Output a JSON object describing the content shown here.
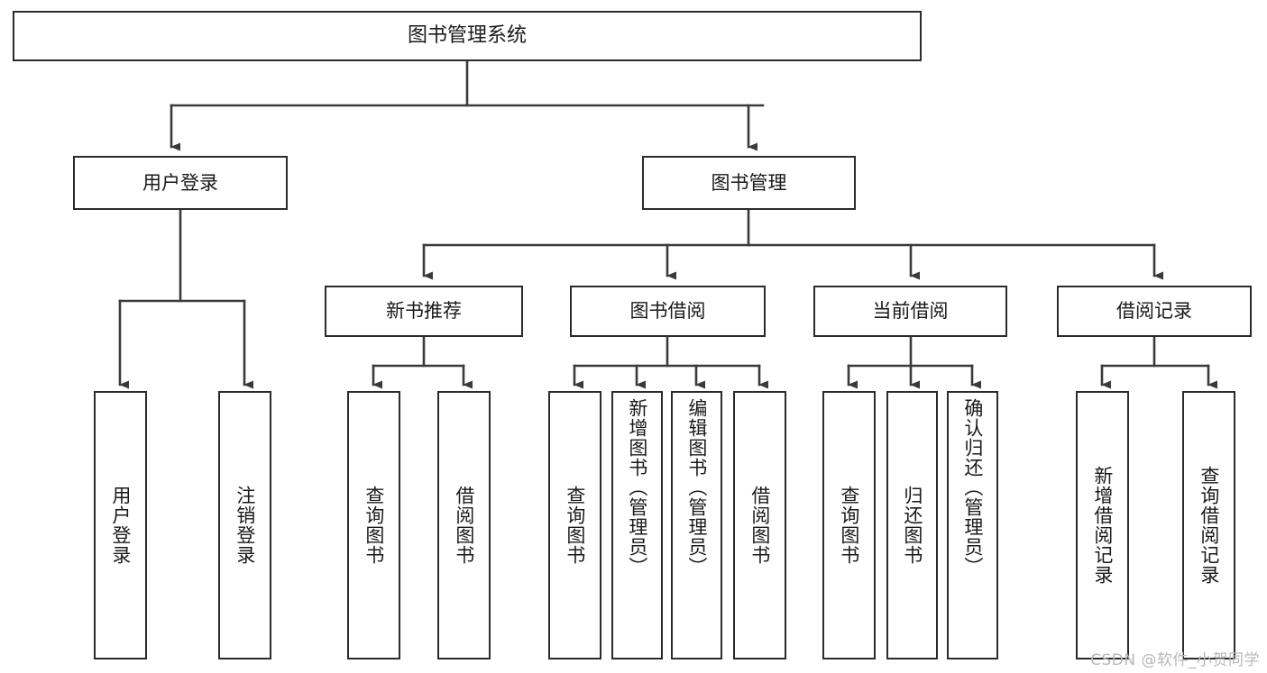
{
  "diagram": {
    "type": "tree-hierarchy",
    "title": "图书管理系统",
    "watermark": "CSDN @软件_小贺同学",
    "colors": {
      "box_border": "#2b2b2b",
      "box_fill": "#ffffff",
      "connector": "#3a3a3a",
      "text": "#1a1a1a",
      "watermark": "#b8b8b8"
    },
    "root": {
      "label": "图书管理系统"
    },
    "level2": [
      {
        "label": "用户登录"
      },
      {
        "label": "图书管理"
      }
    ],
    "level3": [
      {
        "label": "新书推荐"
      },
      {
        "label": "图书借阅"
      },
      {
        "label": "当前借阅"
      },
      {
        "label": "借阅记录"
      }
    ],
    "leaves": {
      "user_login": [
        {
          "label": "用户登录"
        },
        {
          "label": "注销登录"
        }
      ],
      "new_book_recommend": [
        {
          "label": "查询图书"
        },
        {
          "label": "借阅图书"
        }
      ],
      "book_borrow": [
        {
          "label": "查询图书"
        },
        {
          "label": "新增图书（管理员）"
        },
        {
          "label": "编辑图书（管理员）"
        },
        {
          "label": "借阅图书"
        }
      ],
      "current_borrow": [
        {
          "label": "查询图书"
        },
        {
          "label": "归还图书"
        },
        {
          "label": "确认归还（管理员）"
        }
      ],
      "borrow_records": [
        {
          "label": "新增借阅记录"
        },
        {
          "label": "查询借阅记录"
        }
      ]
    }
  }
}
